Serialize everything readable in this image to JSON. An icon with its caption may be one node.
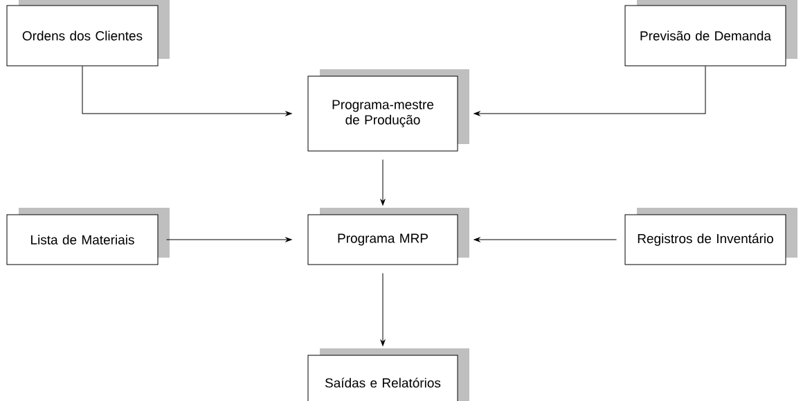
{
  "diagram": {
    "nodes": [
      {
        "text": [
          "Ordens dos Clientes"
        ]
      },
      {
        "text": [
          "Previsão de Demanda"
        ]
      },
      {
        "text": [
          "Programa-mestre de Produção"
        ]
      },
      {
        "text": [
          "Lista de Materiais"
        ]
      },
      {
        "text": [
          "Programa MRP"
        ]
      },
      {
        "text": [
          "Registros de Inventário"
        ]
      },
      {
        "text": [
          "Saídas e Relatórios"
        ]
      }
    ],
    "edges": [
      {
        "from": 0,
        "to": 2,
        "arrow": "to"
      },
      {
        "from": 1,
        "to": 2,
        "arrow": "to"
      },
      {
        "from": 2,
        "to": 4,
        "arrow": "to"
      },
      {
        "from": 3,
        "to": 4,
        "arrow": "to"
      },
      {
        "from": 5,
        "to": 4,
        "arrow": "to"
      },
      {
        "from": 4,
        "to": 6,
        "arrow": "to"
      }
    ]
  }
}
